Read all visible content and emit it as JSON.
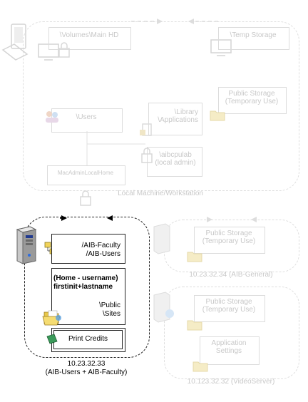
{
  "top": {
    "volumes_main_hd": "\\Volumes\\Main HD",
    "temp_storage": "\\Temp Storage",
    "public_storage": "Public Storage (Temporary Use)",
    "users": "\\Users",
    "library_applications": "\\Library \\Applications",
    "macadmin_home": "MacAdminLocalHome",
    "aibcpulab": "\\aibcpulab (local admin)",
    "local_machine": "Local Machine/Workstation"
  },
  "main_server": {
    "groups_line1": "/AIB-Faculty",
    "groups_line2": "/AIB-Users",
    "home_line1": "(Home - username)",
    "home_line2": "firstinit+lastname",
    "public": "\\Public",
    "sites": "\\Sites",
    "print_credits": "Print Credits",
    "ip": "10.23.32.33",
    "caption": "(AIB-Users + AIB-Faculty)"
  },
  "general_server": {
    "public_storage": "Public Storage (Temporary Use)",
    "ip_label": "10.23.32.34 (AIB-General)"
  },
  "video_server": {
    "public_storage": "Public Storage (Temporary Use)",
    "app_settings": "Application Settings",
    "ip_label": "10.123.32.32 (VideoServer)"
  }
}
